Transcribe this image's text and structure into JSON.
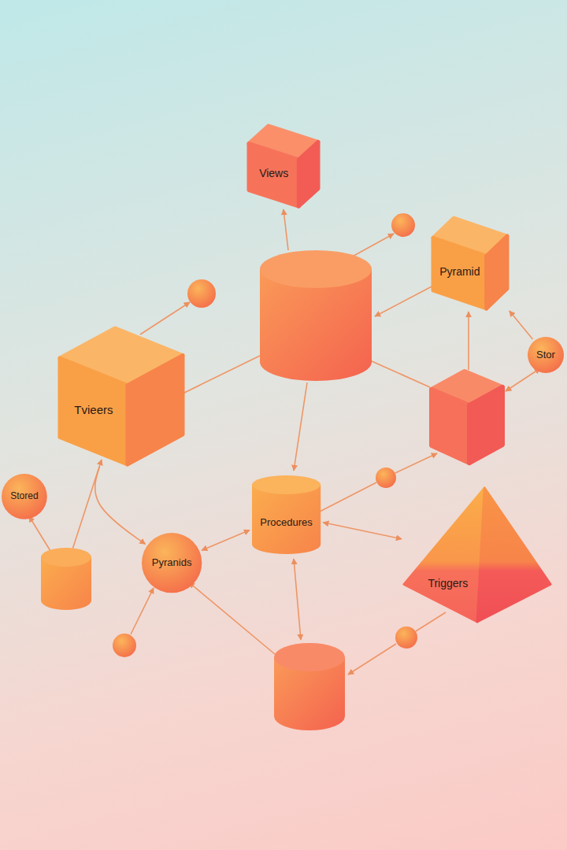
{
  "diagram": {
    "nodes": [
      {
        "text": [
          "Views"
        ]
      },
      {
        "text": [
          "Pyramid"
        ]
      },
      {
        "text": [
          "Stor"
        ]
      },
      {
        "text": [
          "Tvieers"
        ]
      },
      {
        "text": [
          "Stored"
        ]
      },
      {
        "text": [
          "Procedures"
        ]
      },
      {
        "text": [
          "Pyranids"
        ]
      },
      {
        "text": [
          "Triggers"
        ]
      }
    ],
    "edges": [
      {
        "from": 3,
        "to": 6,
        "arrow": "to"
      },
      {
        "from": 6,
        "to": 5,
        "arrow": "both"
      },
      {
        "from": 5,
        "to": 7,
        "arrow": "both"
      },
      {
        "from": 2,
        "to": 1,
        "arrow": "to"
      }
    ]
  }
}
